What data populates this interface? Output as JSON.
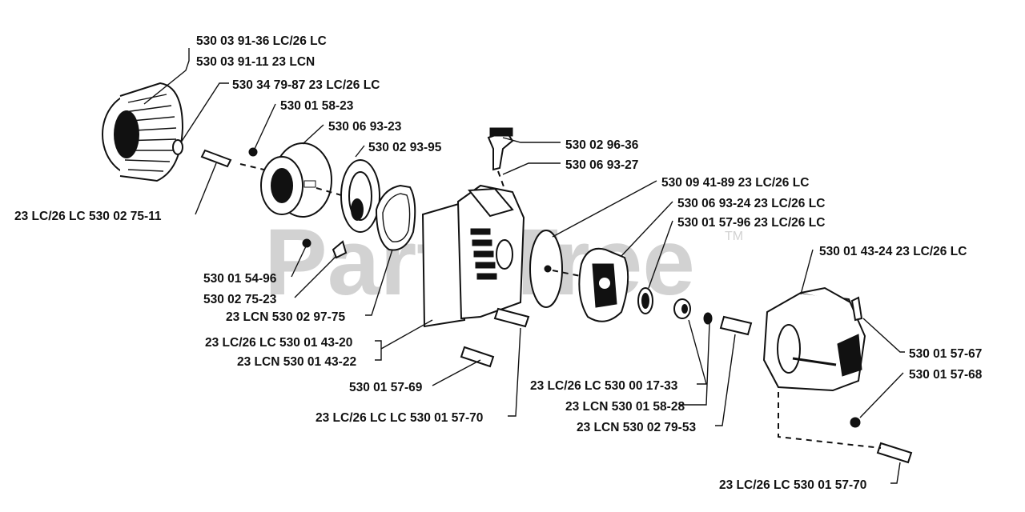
{
  "watermark": {
    "text": "PartsTree",
    "trademark": "TM"
  },
  "labels": {
    "l01": "530 03 91-36 LC/26 LC",
    "l02": "530 03 91-11 23 LCN",
    "l03": "530 34 79-87 23 LC/26 LC",
    "l04": "530 01 58-23",
    "l05": "530 06 93-23",
    "l06": "530 02 93-95",
    "l07": "530 02 96-36",
    "l08": "530 06 93-27",
    "l09": "530 09 41-89 23 LC/26 LC",
    "l10": "530 06 93-24 23 LC/26 LC",
    "l11": "530 01 57-96 23 LC/26 LC",
    "l12": "530 01 43-24 23 LC/26 LC",
    "l13": "23 LC/26 LC 530 02 75-11",
    "l14": "530 01 54-96",
    "l15": "530 02 75-23",
    "l16": "23 LCN 530 02 97-75",
    "l17": "23 LC/26 LC 530 01 43-20",
    "l18": "23 LCN 530 01 43-22",
    "l19": "530 01 57-69",
    "l20": "23 LC/26 LC LC 530 01 57-70",
    "l21": "23 LC/26 LC 530 00 17-33",
    "l22": "23 LCN 530 01 58-28",
    "l23": "23 LCN 530 02 79-53",
    "l24": "530 01 57-67",
    "l25": "530 01 57-68",
    "l26": "23 LC/26 LC 530 01 57-70"
  }
}
